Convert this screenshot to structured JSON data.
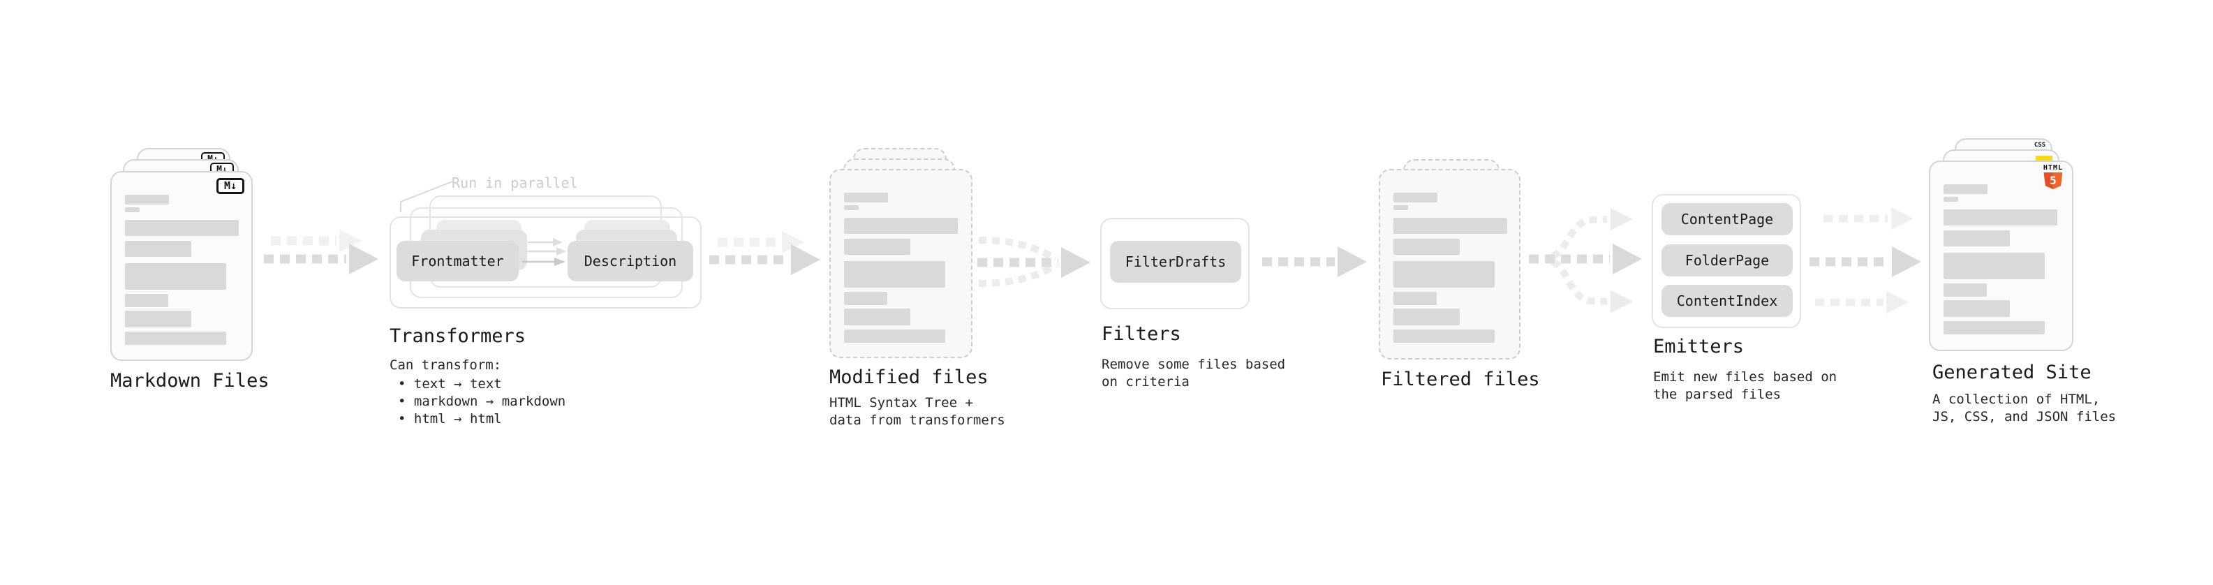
{
  "sections": {
    "markdown": {
      "title": "Markdown Files",
      "badge": "M↓"
    },
    "transformers": {
      "title": "Transformers",
      "note": "Run in parallel",
      "left_box": "Frontmatter",
      "right_box": "Description",
      "desc_heading": "Can transform:",
      "bullets": [
        "• text → text",
        "• markdown → markdown",
        "• html → html"
      ]
    },
    "modified": {
      "title": "Modified files",
      "desc_line1": "HTML Syntax Tree +",
      "desc_line2": "data from transformers"
    },
    "filters": {
      "title": "Filters",
      "box": "FilterDrafts",
      "desc_line1": "Remove some files based",
      "desc_line2": "on criteria"
    },
    "filtered": {
      "title": "Filtered files"
    },
    "emitters": {
      "title": "Emitters",
      "boxes": [
        "ContentPage",
        "FolderPage",
        "ContentIndex"
      ],
      "desc_line1": "Emit new files based on",
      "desc_line2": "the parsed files"
    },
    "generated": {
      "title": "Generated Site",
      "desc_line1": "A collection of HTML,",
      "desc_line2": "JS, CSS, and JSON files",
      "badges": {
        "css": "CSS",
        "html": "HTML",
        "five": "5"
      }
    }
  },
  "colors": {
    "arrow_main": "#d9d9d9",
    "arrow_ghost": "#f1f1f1",
    "arrow_branch": "#ececec",
    "doc_border": "#d5d5d5",
    "box_fill": "#dcdcdc",
    "html5_orange": "#e44d26",
    "js_yellow": "#ffdc00",
    "css_blue": "#2965f1"
  }
}
